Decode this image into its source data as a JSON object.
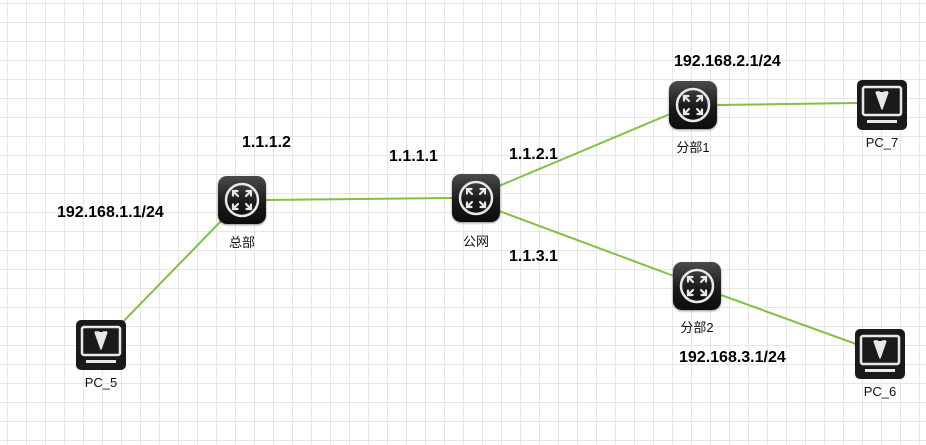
{
  "colors": {
    "link": "#7dc242",
    "grid": "#e6e6e6",
    "device": "#1a1a1a"
  },
  "nodes": {
    "hq": {
      "label": "总部",
      "icon": "router-icon"
    },
    "public": {
      "label": "公网",
      "icon": "router-icon"
    },
    "branch1": {
      "label": "分部1",
      "icon": "router-icon"
    },
    "branch2": {
      "label": "分部2",
      "icon": "router-icon"
    },
    "pc5": {
      "label": "PC_5",
      "icon": "monitor-icon"
    },
    "pc6": {
      "label": "PC_6",
      "icon": "monitor-icon"
    },
    "pc7": {
      "label": "PC_7",
      "icon": "monitor-icon"
    }
  },
  "addresses": {
    "hq_lan": "192.168.1.1/24",
    "hq_wan": "1.1.1.2",
    "public_hq": "1.1.1.1",
    "public_branch1": "1.1.2.1",
    "public_branch2": "1.1.3.1",
    "branch1_lan": "192.168.2.1/24",
    "branch2_lan": "192.168.3.1/24"
  }
}
